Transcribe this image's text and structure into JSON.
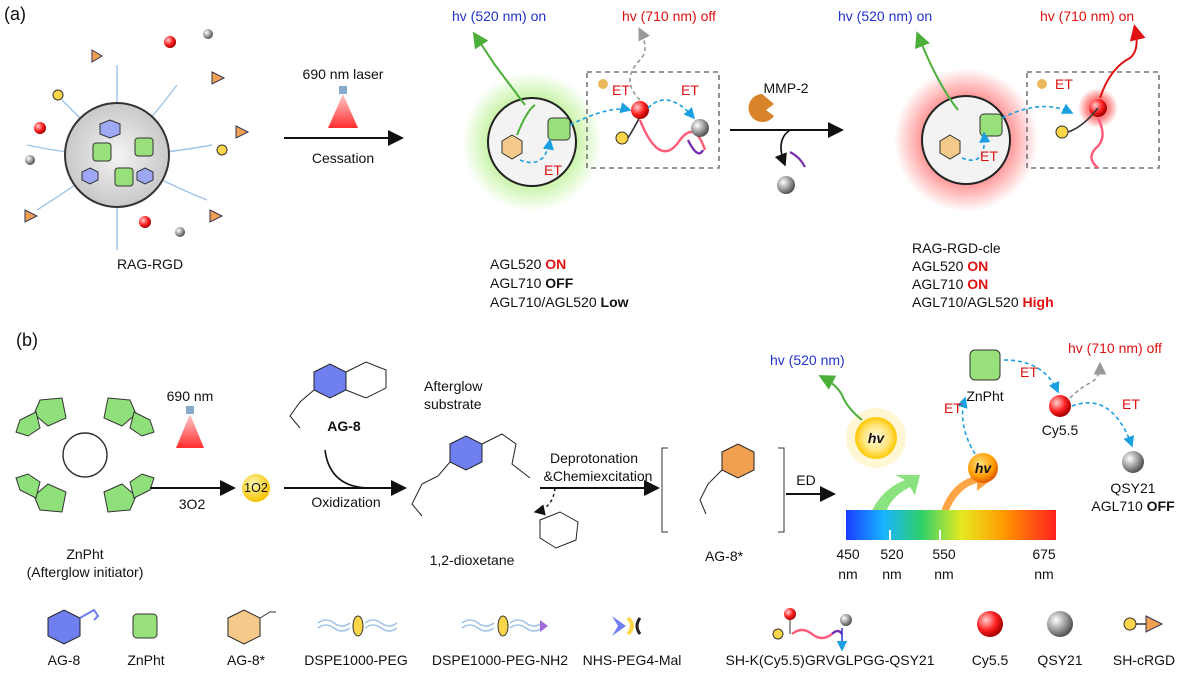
{
  "panel_a": {
    "label": "(a)",
    "rag_rgd": "RAG-RGD",
    "laser": "690 nm laser",
    "cessation": "Cessation",
    "hv520_on_1": "hv (520 nm) on",
    "hv710_off": "hv (710 nm) off",
    "et": "ET",
    "mmp2": "MMP-2",
    "hv520_on_2": "hv (520 nm) on",
    "hv710_on": "hv (710 nm) on",
    "status_mid": {
      "l1_label": "AGL520",
      "l1_val": "ON",
      "l2_label": "AGL710",
      "l2_val": "OFF",
      "l3_label": "AGL710/AGL520",
      "l3_val": "Low"
    },
    "status_right": {
      "title": "RAG-RGD-cle",
      "l1_label": "AGL520",
      "l1_val": "ON",
      "l2_label": "AGL710",
      "l2_val": "ON",
      "l3_label": "AGL710/AGL520",
      "l3_val": "High"
    }
  },
  "panel_b": {
    "label": "(b)",
    "znpht": "ZnPht",
    "znpht_sub": "(Afterglow initiator)",
    "nm690": "690 nm",
    "o2": "3O2",
    "singlet_o2": "1O2",
    "ag8": "AG-8",
    "afterglow_substrate_1": "Afterglow",
    "afterglow_substrate_2": "substrate",
    "oxidization": "Oxidization",
    "dioxetane": "1,2-dioxetane",
    "deprotonation": "Deprotonation",
    "chemiexcitation": "&Chemiexcitation",
    "ag8_star": "AG-8*",
    "ed": "ED",
    "hv520": "hv (520 nm)",
    "hv": "hv",
    "hv710_off": "hv (710 nm) off",
    "znpht_right": "ZnPht",
    "cy55": "Cy5.5",
    "qsy21": "QSY21",
    "agl710_off_label": "AGL710",
    "agl710_off_val": "OFF",
    "et": "ET",
    "spectrum_ticks": [
      "450",
      "520",
      "550",
      "675"
    ],
    "nm": "nm"
  },
  "legend": {
    "ag8": "AG-8",
    "znpht": "ZnPht",
    "ag8_star": "AG-8*",
    "dspe_peg": "DSPE1000-PEG",
    "dspe_peg_nh2": "DSPE1000-PEG-NH2",
    "nhs_peg": "NHS-PEG4-Mal",
    "peptide": "SH-K(Cy5.5)GRVGLPGG-QSY21",
    "cy55": "Cy5.5",
    "qsy21": "QSY21",
    "sh_crgd": "SH-cRGD"
  },
  "colors": {
    "green_accent": "#7ecb5b",
    "red_accent": "#e01010",
    "blue_accent": "#2233cc",
    "panel_b_bg": "#fbf9ef",
    "ag8_box_bg": "#fff2cc"
  }
}
